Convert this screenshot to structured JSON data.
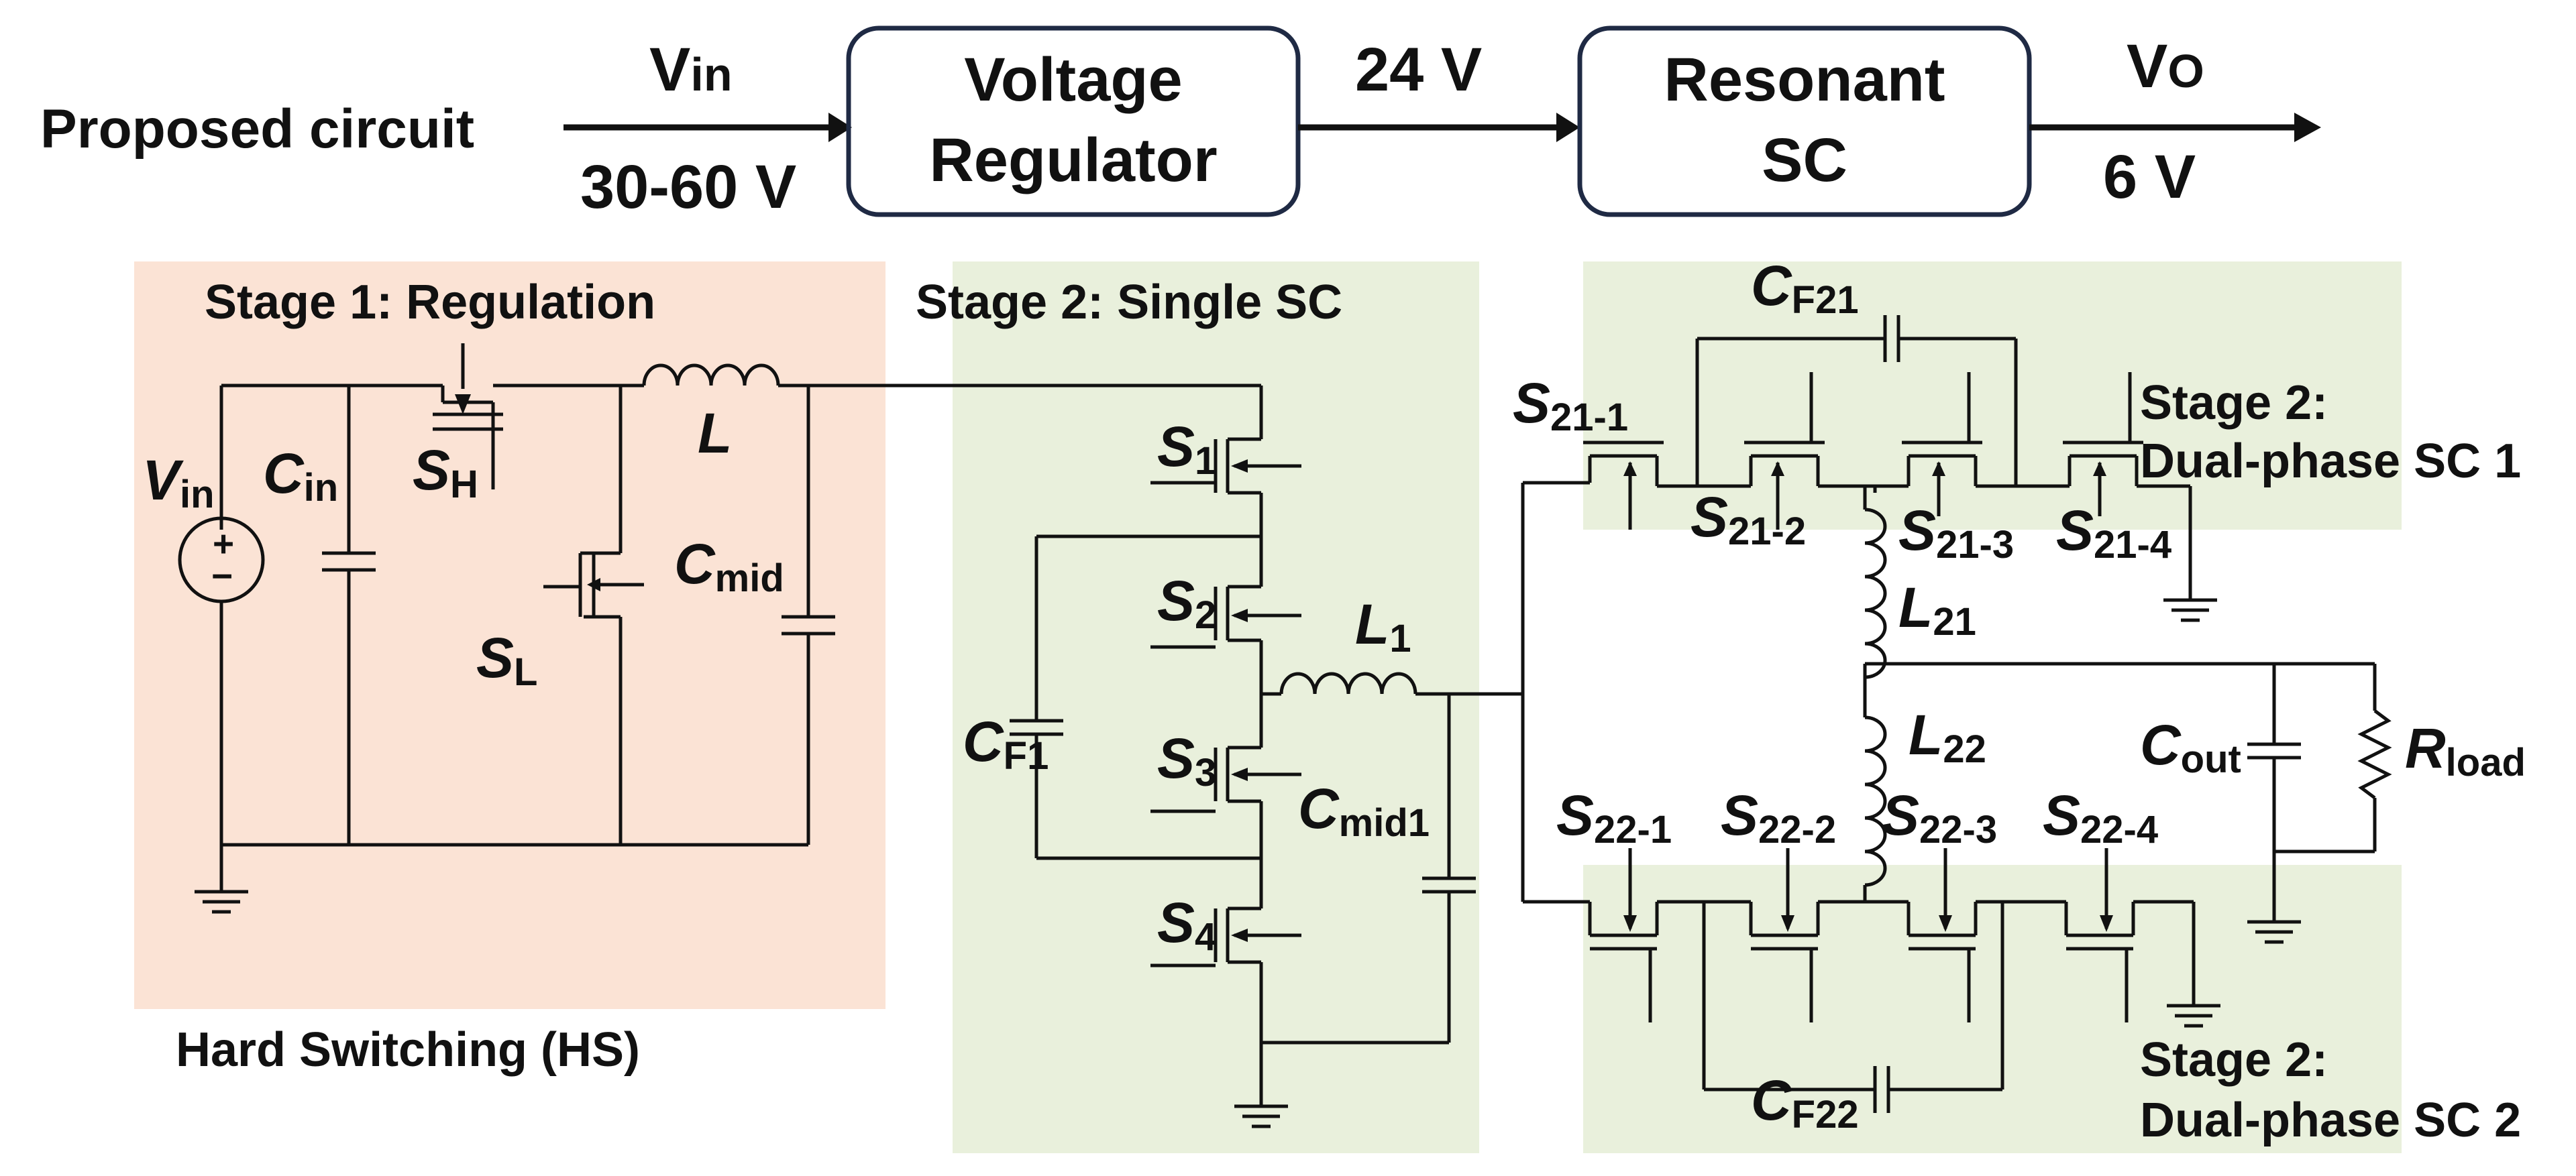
{
  "block_diagram": {
    "label": "Proposed circuit",
    "input_name": "V",
    "input_sub": "in",
    "input_range": "30-60 V",
    "block1_line1": "Voltage",
    "block1_line2": "Regulator",
    "mid_voltage": "24 V",
    "block2_line1": "Resonant",
    "block2_line2": "SC",
    "output_name": "V",
    "output_sub": "O",
    "output_value": "6 V"
  },
  "stage1": {
    "title": "Stage 1: Regulation",
    "caption": "Hard Switching (HS)",
    "vin": {
      "main": "V",
      "sub": "in"
    },
    "cin": {
      "main": "C",
      "sub": "in"
    },
    "sh": {
      "main": "S",
      "sub": "H"
    },
    "l": {
      "main": "L"
    },
    "sl": {
      "main": "S",
      "sub": "L"
    },
    "cmid": {
      "main": "C",
      "sub": "mid"
    },
    "plus": "+",
    "minus": "−"
  },
  "stage2_single": {
    "title": "Stage 2: Single SC",
    "s1": {
      "main": "S",
      "sub": "1"
    },
    "s2": {
      "main": "S",
      "sub": "2"
    },
    "s3": {
      "main": "S",
      "sub": "3"
    },
    "s4": {
      "main": "S",
      "sub": "4"
    },
    "l1": {
      "main": "L",
      "sub": "1"
    },
    "cf1": {
      "main": "C",
      "sub": "F1"
    },
    "cmid1": {
      "main": "C",
      "sub": "mid1"
    }
  },
  "stage2_dual1": {
    "title_line1": "Stage 2:",
    "title_line2": "Dual-phase SC 1",
    "cf21": {
      "main": "C",
      "sub": "F21"
    },
    "s211": {
      "main": "S",
      "sub": "21-1"
    },
    "s212": {
      "main": "S",
      "sub": "21-2"
    },
    "s213": {
      "main": "S",
      "sub": "21-3"
    },
    "s214": {
      "main": "S",
      "sub": "21-4"
    },
    "l21": {
      "main": "L",
      "sub": "21"
    }
  },
  "stage2_dual2": {
    "title_line1": "Stage 2:",
    "title_line2": "Dual-phase SC 2",
    "cf22": {
      "main": "C",
      "sub": "F22"
    },
    "s221": {
      "main": "S",
      "sub": "22-1"
    },
    "s222": {
      "main": "S",
      "sub": "22-2"
    },
    "s223": {
      "main": "S",
      "sub": "22-3"
    },
    "s224": {
      "main": "S",
      "sub": "22-4"
    },
    "l22": {
      "main": "L",
      "sub": "22"
    }
  },
  "output_stage": {
    "cout": {
      "main": "C",
      "sub": "out"
    },
    "rload": {
      "main": "R",
      "sub": "load"
    }
  },
  "colors": {
    "stage1_bg": "#fbe3d5",
    "stage2_bg": "#e9f0dc",
    "wire": "#111111"
  }
}
